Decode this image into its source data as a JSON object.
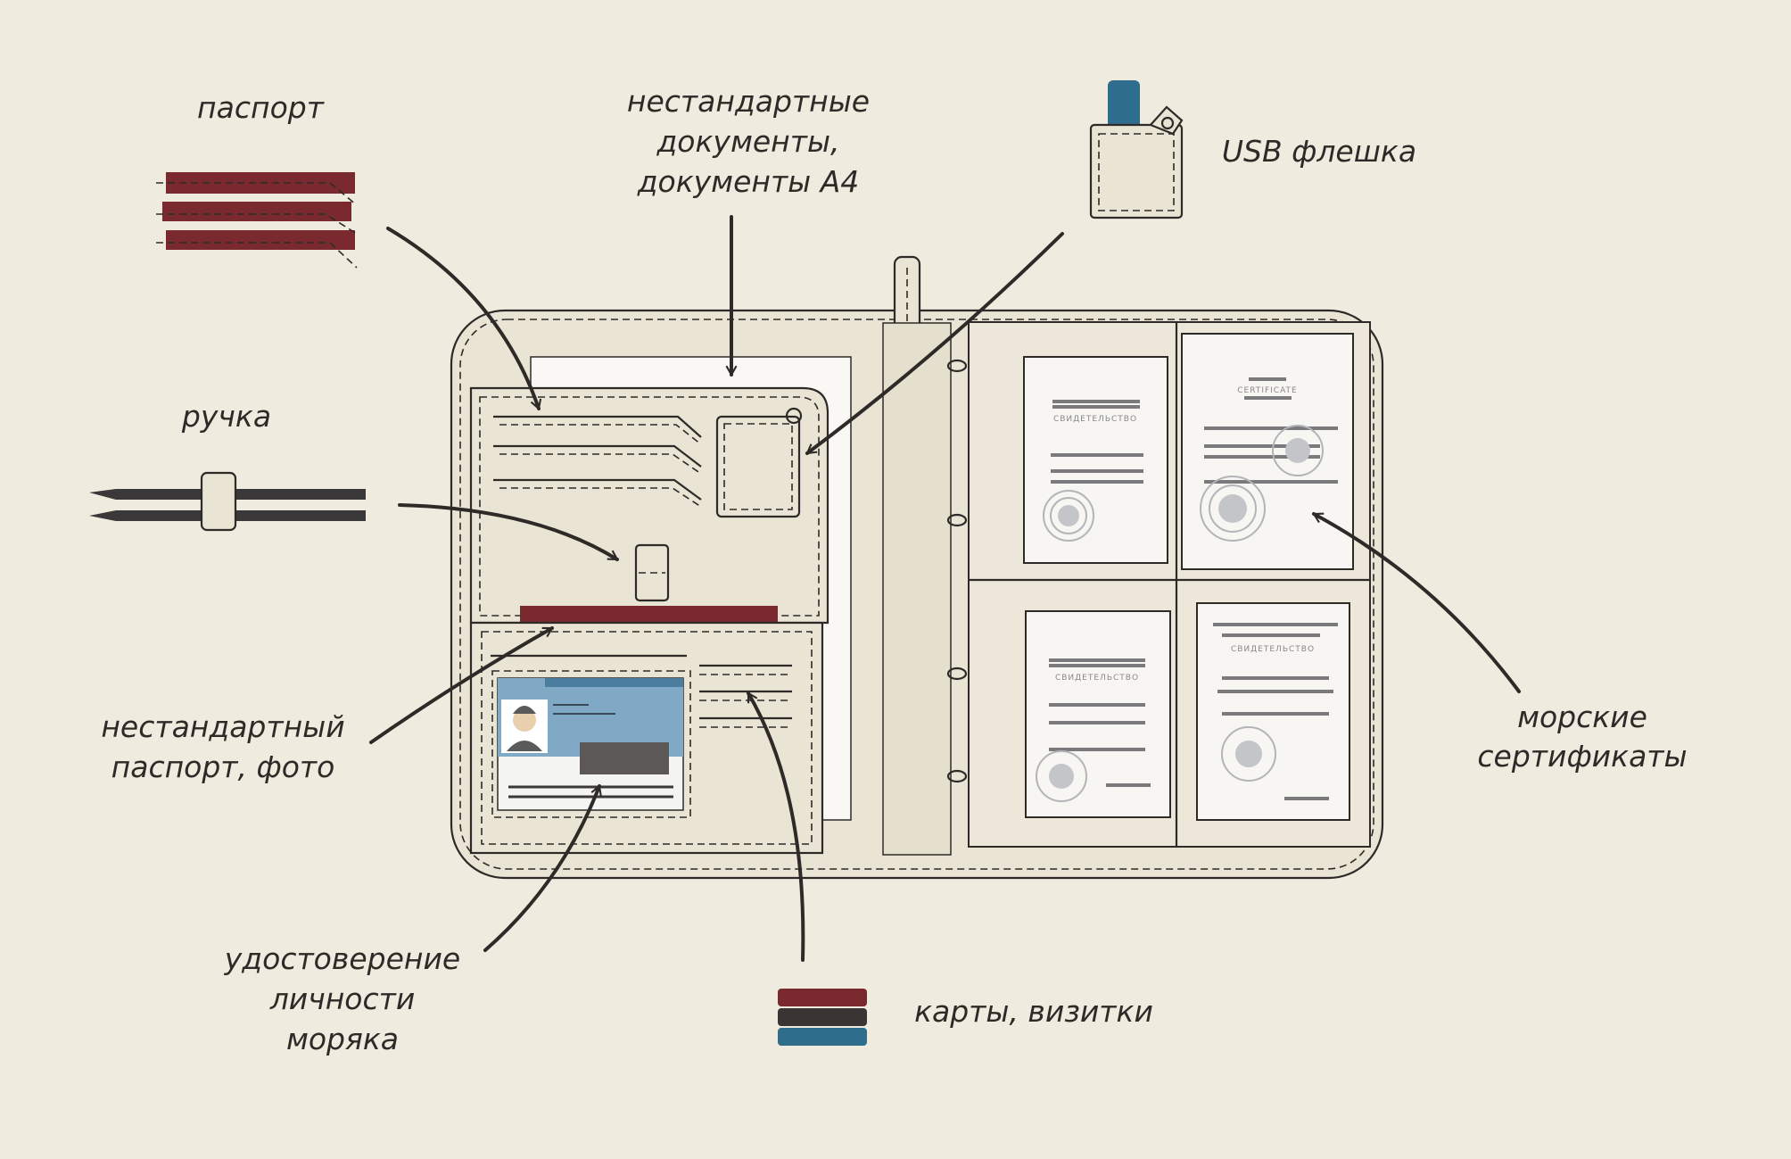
{
  "labels": {
    "passport": "паспорт",
    "docs_line1": "нестандартные",
    "docs_line2": "документы,",
    "docs_line3": "документы А4",
    "usb": "USB флешка",
    "pen": "ручка",
    "photo_line1": "нестандартный",
    "photo_line2": "паспорт, фото",
    "seaman_line1": "удостоверение",
    "seaman_line2": "личности",
    "seaman_line3": "моряка",
    "cards": "карты, визитки",
    "certs_line1": "морские",
    "certs_line2": "сертификаты"
  },
  "certificates": {
    "tl_title": "СВИДЕТЕЛЬСТВО",
    "tr_title": "CERTIFICATE",
    "bl_title": "СВИДЕТЕЛЬСТВО",
    "br_title": "СВИДЕТЕЛЬСТВО"
  },
  "colors": {
    "background": "#f0ebdf",
    "leather": "#e9e4d4",
    "passport_red": "#7a2a2e",
    "usb_blue": "#2f6d8c",
    "id_blue": "#7fa9c4",
    "ink": "#2e2a28"
  }
}
